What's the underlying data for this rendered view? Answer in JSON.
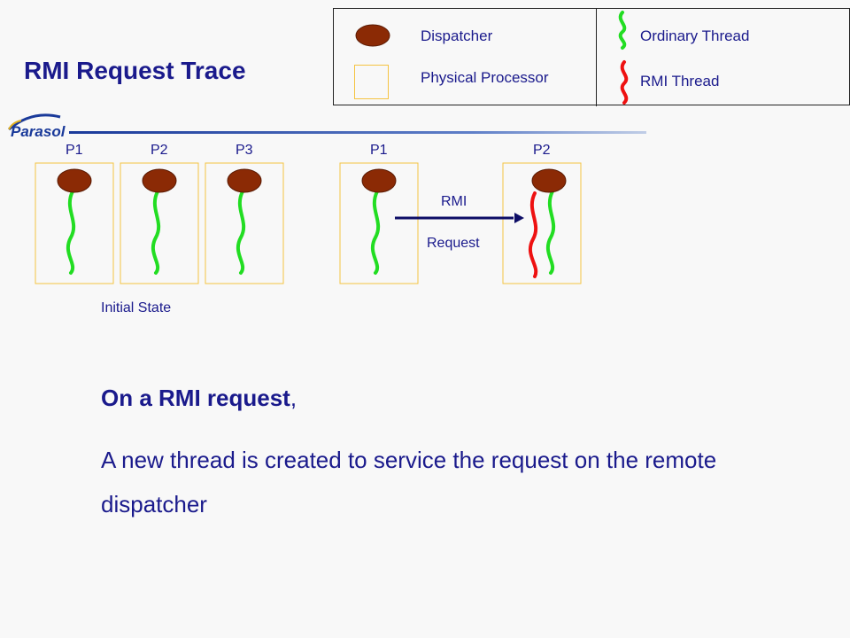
{
  "slide": {
    "title": "RMI Request Trace",
    "logo_text": "Parasol"
  },
  "legend": {
    "dispatcher_label": "Dispatcher",
    "processor_label": "Physical Processor",
    "ordinary_thread_label": "Ordinary Thread",
    "rmi_thread_label": "RMI Thread"
  },
  "diagram": {
    "processors": [
      {
        "label": "P1",
        "threads": [
          "ordinary"
        ]
      },
      {
        "label": "P2",
        "threads": [
          "ordinary"
        ]
      },
      {
        "label": "P3",
        "threads": [
          "ordinary"
        ]
      },
      {
        "label": "P1",
        "threads": [
          "ordinary"
        ]
      },
      {
        "label": "P2",
        "threads": [
          "rmi",
          "ordinary"
        ]
      }
    ],
    "initial_state_label": "Initial State",
    "arrow_label_top": "RMI",
    "arrow_label_bottom": "Request"
  },
  "body": {
    "heading_bold": "On a RMI request",
    "heading_tail": ",",
    "text": "A new thread is created to service the request on the remote dispatcher"
  },
  "colors": {
    "title": "#1a1a8c",
    "dispatcher_fill": "#8b2a05",
    "processor_border": "#f5c342",
    "ordinary_thread": "#22dd22",
    "rmi_thread": "#ee1111",
    "arrow": "#0d0d66"
  }
}
